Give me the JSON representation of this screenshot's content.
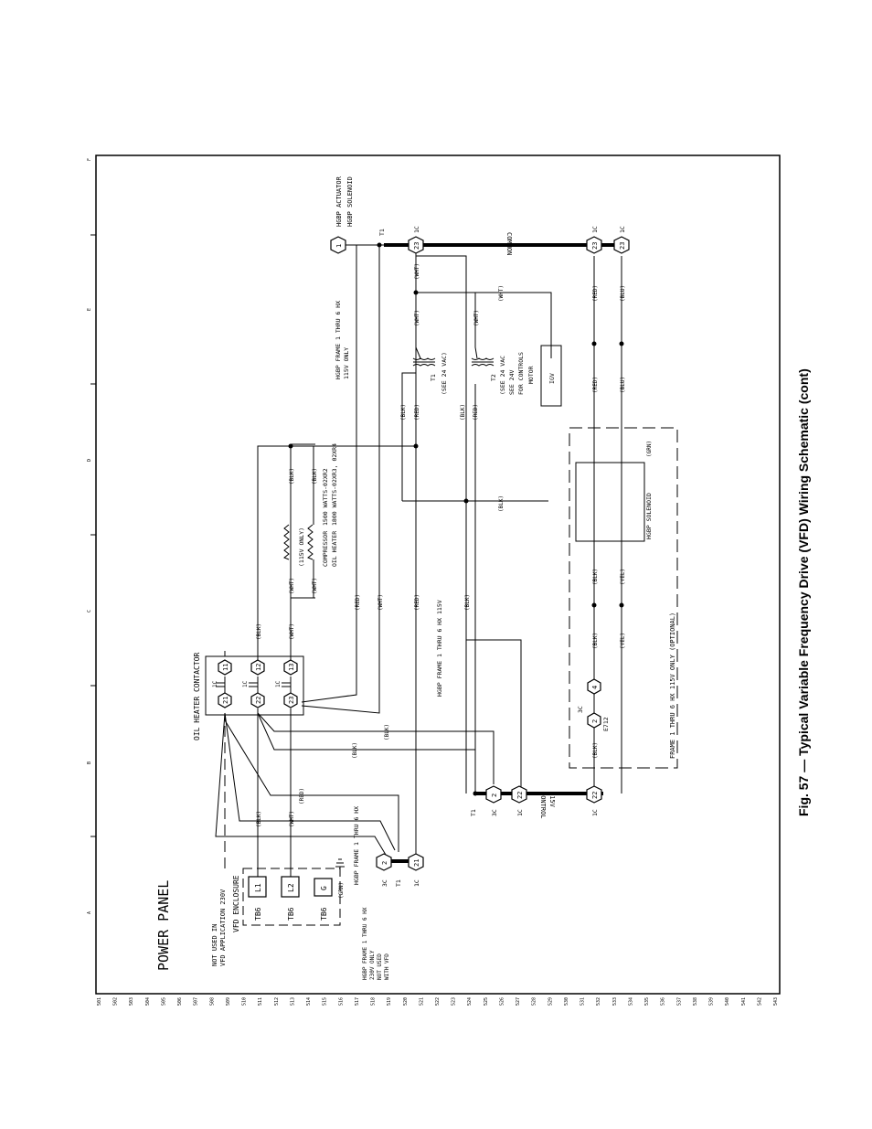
{
  "caption": "Fig. 57 — Typical Variable Frequency Drive (VFD) Wiring Schematic (cont)",
  "zone_letters": [
    "F",
    "E",
    "D",
    "C",
    "B",
    "A"
  ],
  "line_numbers": [
    "501",
    "502",
    "503",
    "504",
    "505",
    "506",
    "507",
    "508",
    "509",
    "510",
    "511",
    "512",
    "513",
    "514",
    "515",
    "516",
    "517",
    "518",
    "519",
    "520",
    "521",
    "522",
    "523",
    "524",
    "525",
    "526",
    "527",
    "528",
    "529",
    "530",
    "531",
    "532",
    "533",
    "534",
    "535",
    "536",
    "537",
    "538",
    "539",
    "540",
    "541",
    "542",
    "543"
  ],
  "labels": {
    "power_panel": "POWER PANEL",
    "not_used": [
      "NOT USED IN",
      "VFD APPLICATION 230V"
    ],
    "vfd_enclosure": "VFD ENCLOSURE",
    "tb6": "TB6",
    "l1": "L1",
    "l2": "L2",
    "g": "G",
    "grn": "(GRN)",
    "hgbp_230": [
      "HGBP FRAME 1 THRU 6 HX",
      "230V ONLY",
      "NOT USED",
      "WITH VFD"
    ],
    "oil_heater_contactor": "OIL HEATER CONTACTOR",
    "compressor_heater": [
      "COMPRESSOR",
      "OIL HEATER"
    ],
    "watts": [
      "1500 WATTS-02XR2",
      "1800 WATTS-02XR3, 02XR4"
    ],
    "only_115": "(115V ONLY)",
    "hgbp_115_a": [
      "HGBP FRAME 1 THRU 6 HX",
      "115V ONLY"
    ],
    "hgbp_115_b": "HGBP FRAME 1 THRU 6 HX 115V",
    "hgbp_115_c": "HGBP FRAME 1 THRU 6 HX",
    "hgbp_actuator": "HGBP ACTUATOR",
    "hgbp_solenoid": "HGBP SOLENOID",
    "common": "COMMON",
    "control": "CONTROL",
    "v115": "115V",
    "t1_note": "(SEE 24 VAC)",
    "t2_note": [
      "(SEE 24 VAC",
      "FOR CONTROLS"
    ],
    "t2_see": "SEE 24V",
    "motor": "MOTOR",
    "igv": "IGV",
    "hgbp_solenoid_box": "HGBP SOLENOID",
    "frame_optional": "FRAME 1 THRU 6 HX 115V ONLY (OPTIONAL)",
    "e712": "E712",
    "t1": "T1",
    "t2": "T2",
    "c1": "1C",
    "c3": "3C"
  },
  "terminals": {
    "n1": "1",
    "n2": "2",
    "n4": "4",
    "n11": "11",
    "n12": "12",
    "n13": "13",
    "n21": "21",
    "n22": "22",
    "n23": "23",
    "L1": "L1",
    "L2": "L2"
  },
  "wires": {
    "blk": "(BLK)",
    "wht": "(WHT)",
    "red": "(RED)",
    "blu": "(BLU)",
    "yel": "(YEL)",
    "grn": "(GRN)"
  }
}
